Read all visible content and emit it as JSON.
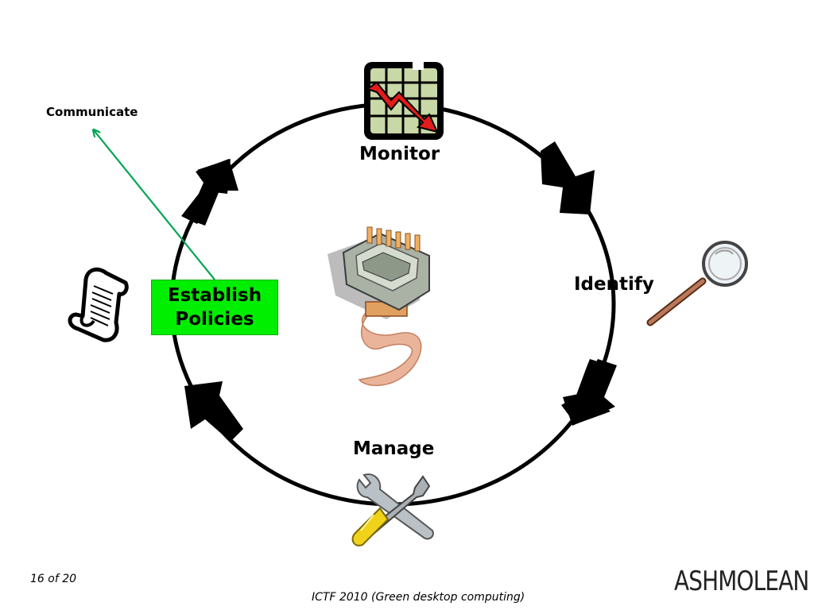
{
  "stages": {
    "monitor": "Monitor",
    "identify": "Identify",
    "manage": "Manage",
    "policies_line1": "Establish",
    "policies_line2": "Policies"
  },
  "communicate": "Communicate",
  "slide_number": "16 of 20",
  "footer": "ICTF 2010 (Green desktop computing)",
  "logo_text": "ASHMOLEAN",
  "colors": {
    "policies_box": "#00ee00",
    "communicate_arrow": "#00a651",
    "trend_arrow": "#e31b1b",
    "chart_bg": "#c8d8a6"
  },
  "icons": [
    "chart-trend-down-icon",
    "magnifying-glass-icon",
    "tools-icon",
    "scroll-icon",
    "network-connector-icon"
  ]
}
